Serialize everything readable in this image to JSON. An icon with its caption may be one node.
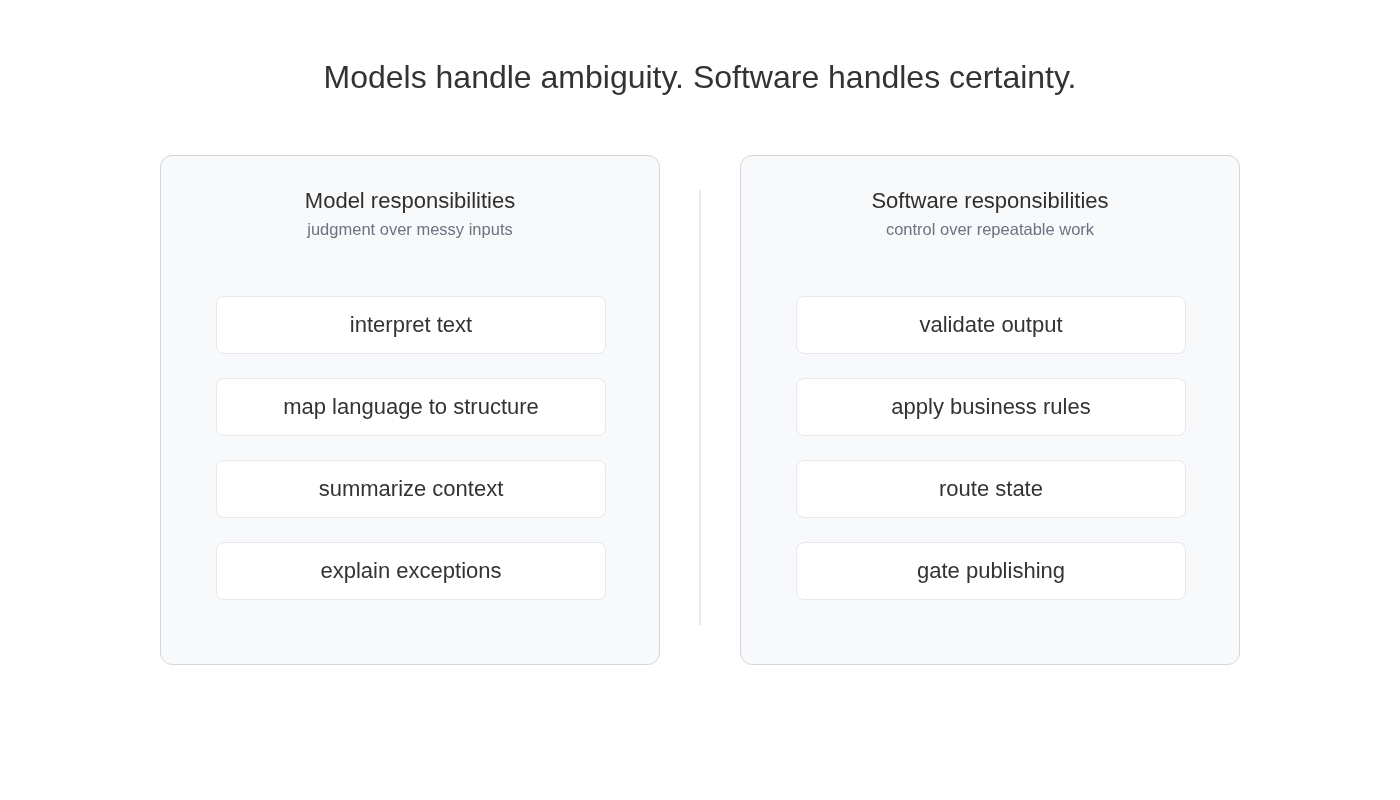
{
  "diagram": {
    "title": "Models handle ambiguity. Software handles certainty.",
    "nodes": [
      {
        "text": [
          "Model responsibilities",
          "judgment over messy inputs"
        ]
      },
      {
        "text": [
          "interpret text"
        ],
        "in": 0
      },
      {
        "text": [
          "map language to structure"
        ],
        "in": 0
      },
      {
        "text": [
          "summarize context"
        ],
        "in": 0
      },
      {
        "text": [
          "explain exceptions"
        ],
        "in": 0
      },
      {
        "text": [
          "Software responsibilities",
          "control over repeatable work"
        ]
      },
      {
        "text": [
          "validate output"
        ],
        "in": 5
      },
      {
        "text": [
          "apply business rules"
        ],
        "in": 5
      },
      {
        "text": [
          "route state"
        ],
        "in": 5
      },
      {
        "text": [
          "gate publishing"
        ],
        "in": 5
      }
    ]
  }
}
